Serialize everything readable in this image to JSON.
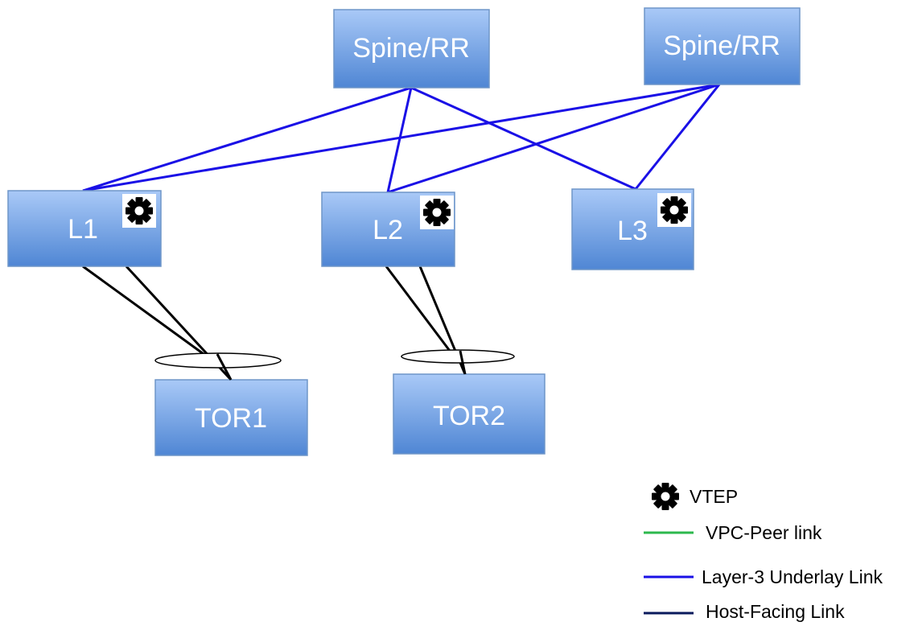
{
  "nodes": {
    "spine1": {
      "label": "Spine/RR"
    },
    "spine2": {
      "label": "Spine/RR"
    },
    "leaf1": {
      "label": "L1",
      "vtep": true
    },
    "leaf2": {
      "label": "L2",
      "vtep": true
    },
    "leaf3": {
      "label": "L3",
      "vtep": true
    },
    "tor1": {
      "label": "TOR1"
    },
    "tor2": {
      "label": "TOR2"
    }
  },
  "links": {
    "underlay": [
      {
        "from": "spine1",
        "to": "leaf1"
      },
      {
        "from": "spine1",
        "to": "leaf2"
      },
      {
        "from": "spine1",
        "to": "leaf3"
      },
      {
        "from": "spine2",
        "to": "leaf1"
      },
      {
        "from": "spine2",
        "to": "leaf2"
      },
      {
        "from": "spine2",
        "to": "leaf3"
      }
    ],
    "host_facing": [
      {
        "from": "leaf1",
        "to": "tor1",
        "count": 2
      },
      {
        "from": "leaf2",
        "to": "tor2",
        "count": 2
      }
    ]
  },
  "colors": {
    "node_fill_top": "#a9c9f7",
    "node_fill_bottom": "#4f86d4",
    "node_stroke": "#6f96c8",
    "underlay": "#1a10e6",
    "host_facing": "#000000",
    "vpc_peer": "#2db84d",
    "host_facing_legend": "#0a1a5c"
  },
  "legend": {
    "vtep": {
      "icon": "gear-icon",
      "label": "VTEP"
    },
    "vpc_peer": {
      "label": "VPC-Peer link"
    },
    "underlay": {
      "label": "Layer-3 Underlay Link"
    },
    "host_facing": {
      "label": "Host-Facing Link"
    }
  }
}
